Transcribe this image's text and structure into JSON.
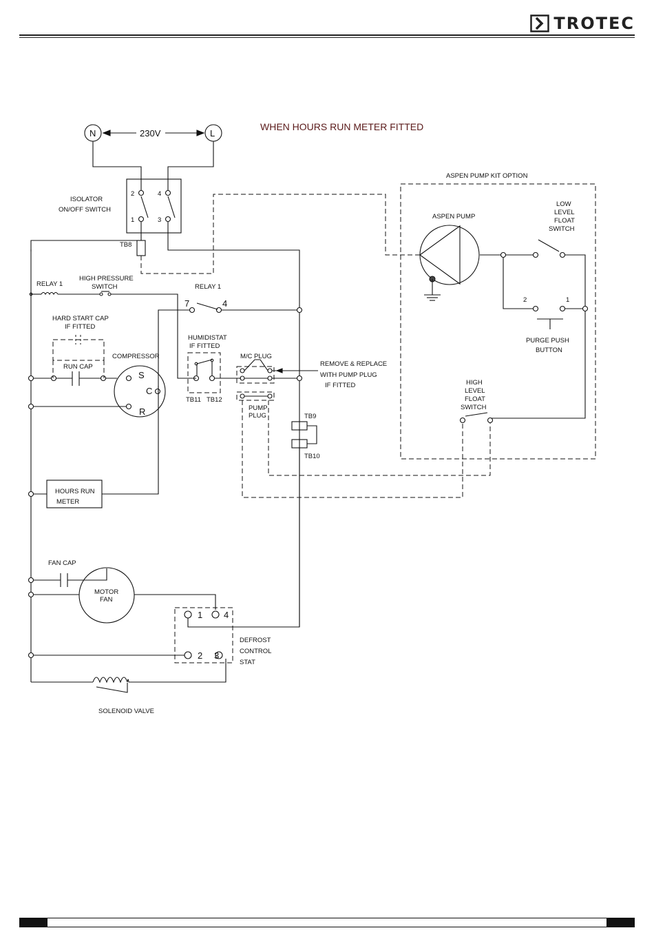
{
  "brand": {
    "name": "TROTEC",
    "logo_icon": "chevron-box-icon"
  },
  "title": "WHEN HOURS RUN METER FITTED",
  "labels": {
    "n": "N",
    "l": "L",
    "voltage": "230V",
    "isolator_1": "ISOLATOR",
    "isolator_2": "ON/OFF SWITCH",
    "iso_t2": "2",
    "iso_t4": "4",
    "iso_t1": "1",
    "iso_t3": "3",
    "tb8": "TB8",
    "relay1_coil": "RELAY 1",
    "hp_switch_1": "HIGH PRESSURE",
    "hp_switch_2": "SWITCH",
    "relay1_contact": "RELAY 1",
    "relay_t7": "7",
    "relay_t4": "4",
    "hard_start_1": "HARD START CAP",
    "hard_start_2": "IF FITTED",
    "run_cap": "RUN CAP",
    "compressor": "COMPRESSOR",
    "comp_s": "S",
    "comp_c": "C",
    "comp_r": "R",
    "humidistat_1": "HUMIDISTAT",
    "humidistat_2": "IF FITTED",
    "tb11": "TB11",
    "tb12": "TB12",
    "mc_plug": "M/C PLUG",
    "remove_1": "REMOVE & REPLACE",
    "remove_2": "WITH PUMP PLUG",
    "remove_3": "IF FITTED",
    "pump_plug_1": "PUMP",
    "pump_plug_2": "PLUG",
    "tb9": "TB9",
    "tb10": "TB10",
    "hours_run_1": "HOURS RUN",
    "hours_run_2": "METER",
    "fan_cap": "FAN CAP",
    "motor_1": "MOTOR",
    "motor_2": "FAN",
    "defrost_t1": "1",
    "defrost_t4": "4",
    "defrost_t2": "2",
    "defrost_t3": "3",
    "defrost_1": "DEFROST",
    "defrost_2": "CONTROL",
    "defrost_3": "STAT",
    "solenoid": "SOLENOID VALVE",
    "aspen_kit": "ASPEN PUMP KIT OPTION",
    "aspen_pump": "ASPEN PUMP",
    "low_float_1": "LOW",
    "low_float_2": "LEVEL",
    "low_float_3": "FLOAT",
    "low_float_4": "SWITCH",
    "purge_t2": "2",
    "purge_t1": "1",
    "purge_1": "PURGE PUSH",
    "purge_2": "BUTTON",
    "high_float_1": "HIGH",
    "high_float_2": "LEVEL",
    "high_float_3": "FLOAT",
    "high_float_4": "SWITCH"
  }
}
